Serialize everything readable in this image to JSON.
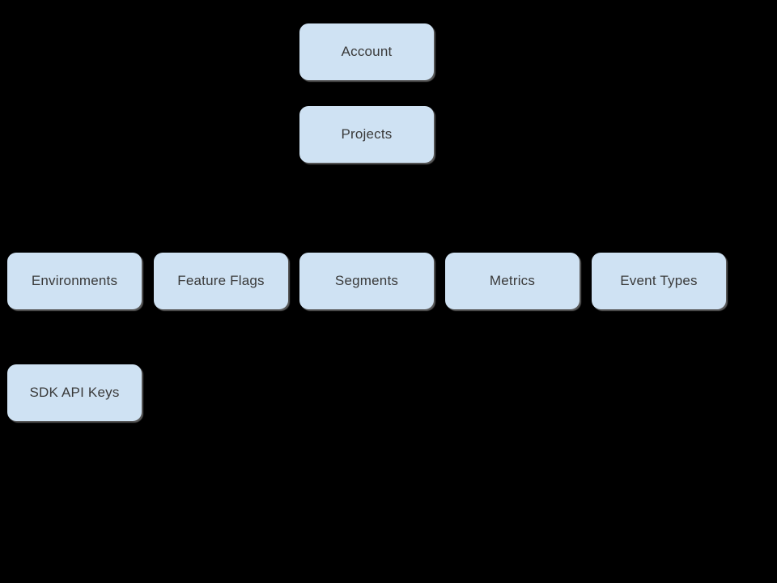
{
  "colors": {
    "background": "#000000",
    "node_fill": "#cfe2f3",
    "node_text": "#3a3a3a",
    "node_shadow": "#878787"
  },
  "diagram": {
    "description": "Hierarchy diagram of account resources on a black background; rounded light-blue boxes with no visible connector lines",
    "nodes": [
      {
        "id": "account",
        "label": "Account"
      },
      {
        "id": "projects",
        "label": "Projects"
      },
      {
        "id": "environments",
        "label": "Environments"
      },
      {
        "id": "feature-flags",
        "label": "Feature Flags"
      },
      {
        "id": "segments",
        "label": "Segments"
      },
      {
        "id": "metrics",
        "label": "Metrics"
      },
      {
        "id": "event-types",
        "label": "Event Types"
      },
      {
        "id": "sdk-api-keys",
        "label": "SDK API Keys"
      }
    ]
  }
}
